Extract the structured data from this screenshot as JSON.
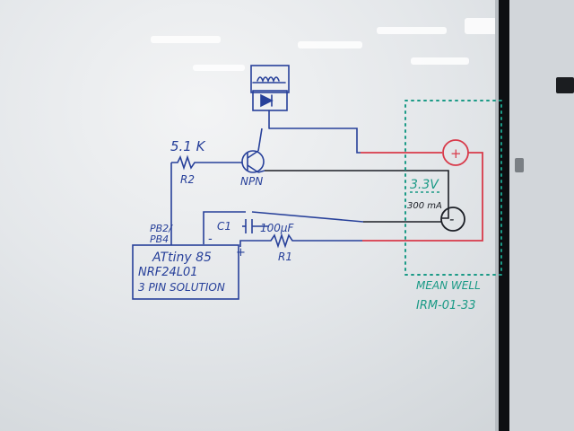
{
  "image": {
    "labels": {
      "resistor_r2_value": "5.1 K",
      "resistor_r2_name": "R2",
      "transistor_name": "NPN",
      "mcu_pin_line1": "PB2/",
      "mcu_pin_line2": "PB4",
      "capacitor_name": "C1",
      "capacitor_value": "100µF",
      "resistor_r1_name": "R1",
      "mcu_line1": "ATtiny 85",
      "mcu_line2": "NRF24L01",
      "mcu_line3": "3 PIN SOLUTION",
      "minus_sign": "-",
      "plus_sign": "+",
      "psu_voltage": "3.3V",
      "psu_current": "300 mA",
      "psu_plus": "+",
      "psu_minus": "-",
      "psu_brand": "MEAN WELL",
      "psu_model": "IRM-01-33"
    },
    "colors": {
      "blue_ink": "#27409a",
      "red_ink": "#d83a4a",
      "black_ink": "#1c1f26",
      "green_ink": "#1a9a86",
      "frame_bar": "#0d0f12"
    }
  }
}
